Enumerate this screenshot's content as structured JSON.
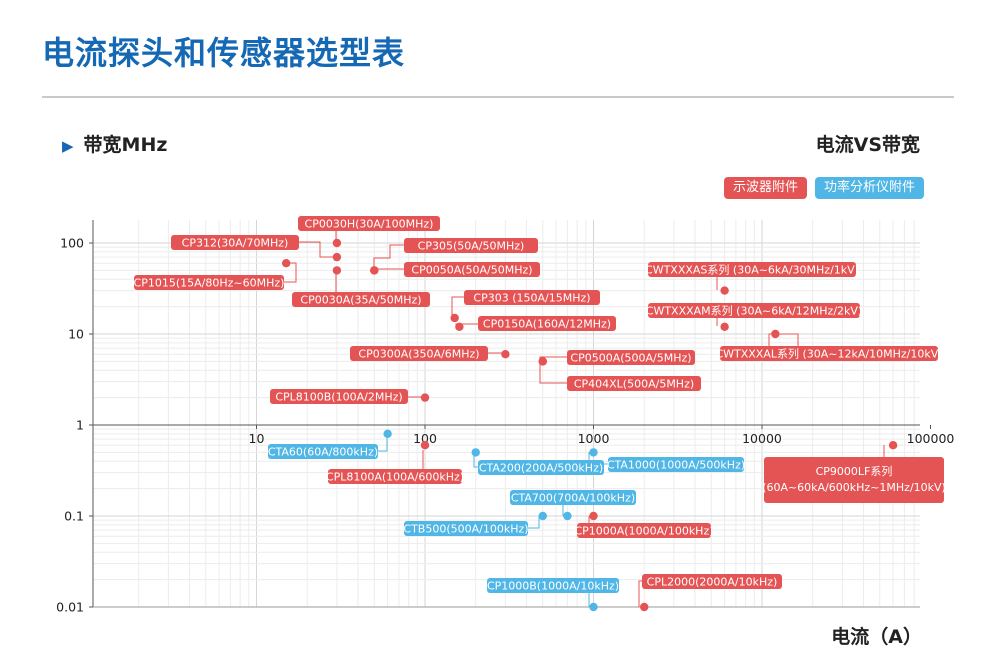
{
  "page": {
    "title": "电流探头和传感器选型表",
    "y_heading": "带宽MHz",
    "subtitle": "电流VS带宽",
    "x_heading": "电流（A）"
  },
  "legend": [
    {
      "label": "示波器附件",
      "color": "#e55454"
    },
    {
      "label": "功率分析仪附件",
      "color": "#4fb6e6"
    }
  ],
  "colors": {
    "red": "#e55454",
    "blue": "#4fb6e6",
    "title_blue": "#1568b4"
  },
  "chart_data": {
    "type": "scatter",
    "x_scale": "log",
    "y_scale": "log",
    "xlim": [
      1,
      150000
    ],
    "ylim": [
      0.01,
      180
    ],
    "grid": true,
    "x_ticks": [
      {
        "v": 10,
        "label": "10"
      },
      {
        "v": 100,
        "label": "100"
      },
      {
        "v": 1000,
        "label": "1000"
      },
      {
        "v": 10000,
        "label": "10000"
      },
      {
        "v": 100000,
        "label": "100000"
      }
    ],
    "y_ticks": [
      {
        "v": 100,
        "label": "100"
      },
      {
        "v": 10,
        "label": "10"
      },
      {
        "v": 1,
        "label": "1"
      },
      {
        "v": 0.1,
        "label": "0.1"
      },
      {
        "v": 0.01,
        "label": "0.01"
      }
    ],
    "points": [
      {
        "name": "CP0030H(30A/100MHz)",
        "x": 30,
        "y": 100,
        "group": "red"
      },
      {
        "name": "CP312(30A/70MHz)",
        "x": 30,
        "y": 70,
        "group": "red"
      },
      {
        "name": "CP0030A(35A/50MHz)",
        "x": 30,
        "y": 50,
        "group": "red"
      },
      {
        "name": "CP1015(15A/80Hz~60MHz)",
        "x": 15,
        "y": 60,
        "group": "red"
      },
      {
        "name": "CP305(50A/50MHz)",
        "x": 50,
        "y": 50,
        "group": "red"
      },
      {
        "name": "CP0050A(50A/50MHz)",
        "x": 50,
        "y": 50,
        "group": "red"
      },
      {
        "name": "CP303 (150A/15MHz)",
        "x": 150,
        "y": 15,
        "group": "red"
      },
      {
        "name": "CP0150A(160A/12MHz)",
        "x": 160,
        "y": 12,
        "group": "red"
      },
      {
        "name": "CP0300A(350A/6MHz)",
        "x": 300,
        "y": 6,
        "group": "red"
      },
      {
        "name": "CP0500A(500A/5MHz)",
        "x": 500,
        "y": 5,
        "group": "red"
      },
      {
        "name": "CP404XL(500A/5MHz)",
        "x": 500,
        "y": 5,
        "group": "red"
      },
      {
        "name": "CPL8100B(100A/2MHz)",
        "x": 100,
        "y": 2,
        "group": "red"
      },
      {
        "name": "CWTXXXAS系列 (30A~6kA/30MHz/1kV)",
        "x": 6000,
        "y": 30,
        "group": "red"
      },
      {
        "name": "CWTXXXAM系列 (30A~6kA/12MHz/2kV)",
        "x": 6000,
        "y": 12,
        "group": "red"
      },
      {
        "name": "CWTXXXAL系列 (30A~12kA/10MHz/10kV)",
        "x": 12000,
        "y": 10,
        "group": "red"
      },
      {
        "name": "CTA60(60A/800kHz)",
        "x": 60,
        "y": 0.8,
        "group": "blue"
      },
      {
        "name": "CPL8100A(100A/600kHz)",
        "x": 100,
        "y": 0.6,
        "group": "red"
      },
      {
        "name": "CTA200(200A/500kHz)",
        "x": 200,
        "y": 0.5,
        "group": "blue"
      },
      {
        "name": "CTA1000(1000A/500kHz)",
        "x": 1000,
        "y": 0.5,
        "group": "blue"
      },
      {
        "name": "CP9000LF系列",
        "name2": "(60A~60kA/600kHz~1MHz/10kV)",
        "x": 60000,
        "y": 0.6,
        "group": "red"
      },
      {
        "name": "CTA700(700A/100kHz)",
        "x": 700,
        "y": 0.1,
        "group": "blue"
      },
      {
        "name": "CTB500(500A/100kHz)",
        "x": 500,
        "y": 0.1,
        "group": "blue"
      },
      {
        "name": "CP1000A(1000A/100kHz)",
        "x": 1000,
        "y": 0.1,
        "group": "red"
      },
      {
        "name": "CP1000B(1000A/10kHz)",
        "x": 1000,
        "y": 0.01,
        "group": "blue"
      },
      {
        "name": "CPL2000(2000A/10kHz)",
        "x": 2000,
        "y": 0.01,
        "group": "red"
      }
    ]
  }
}
